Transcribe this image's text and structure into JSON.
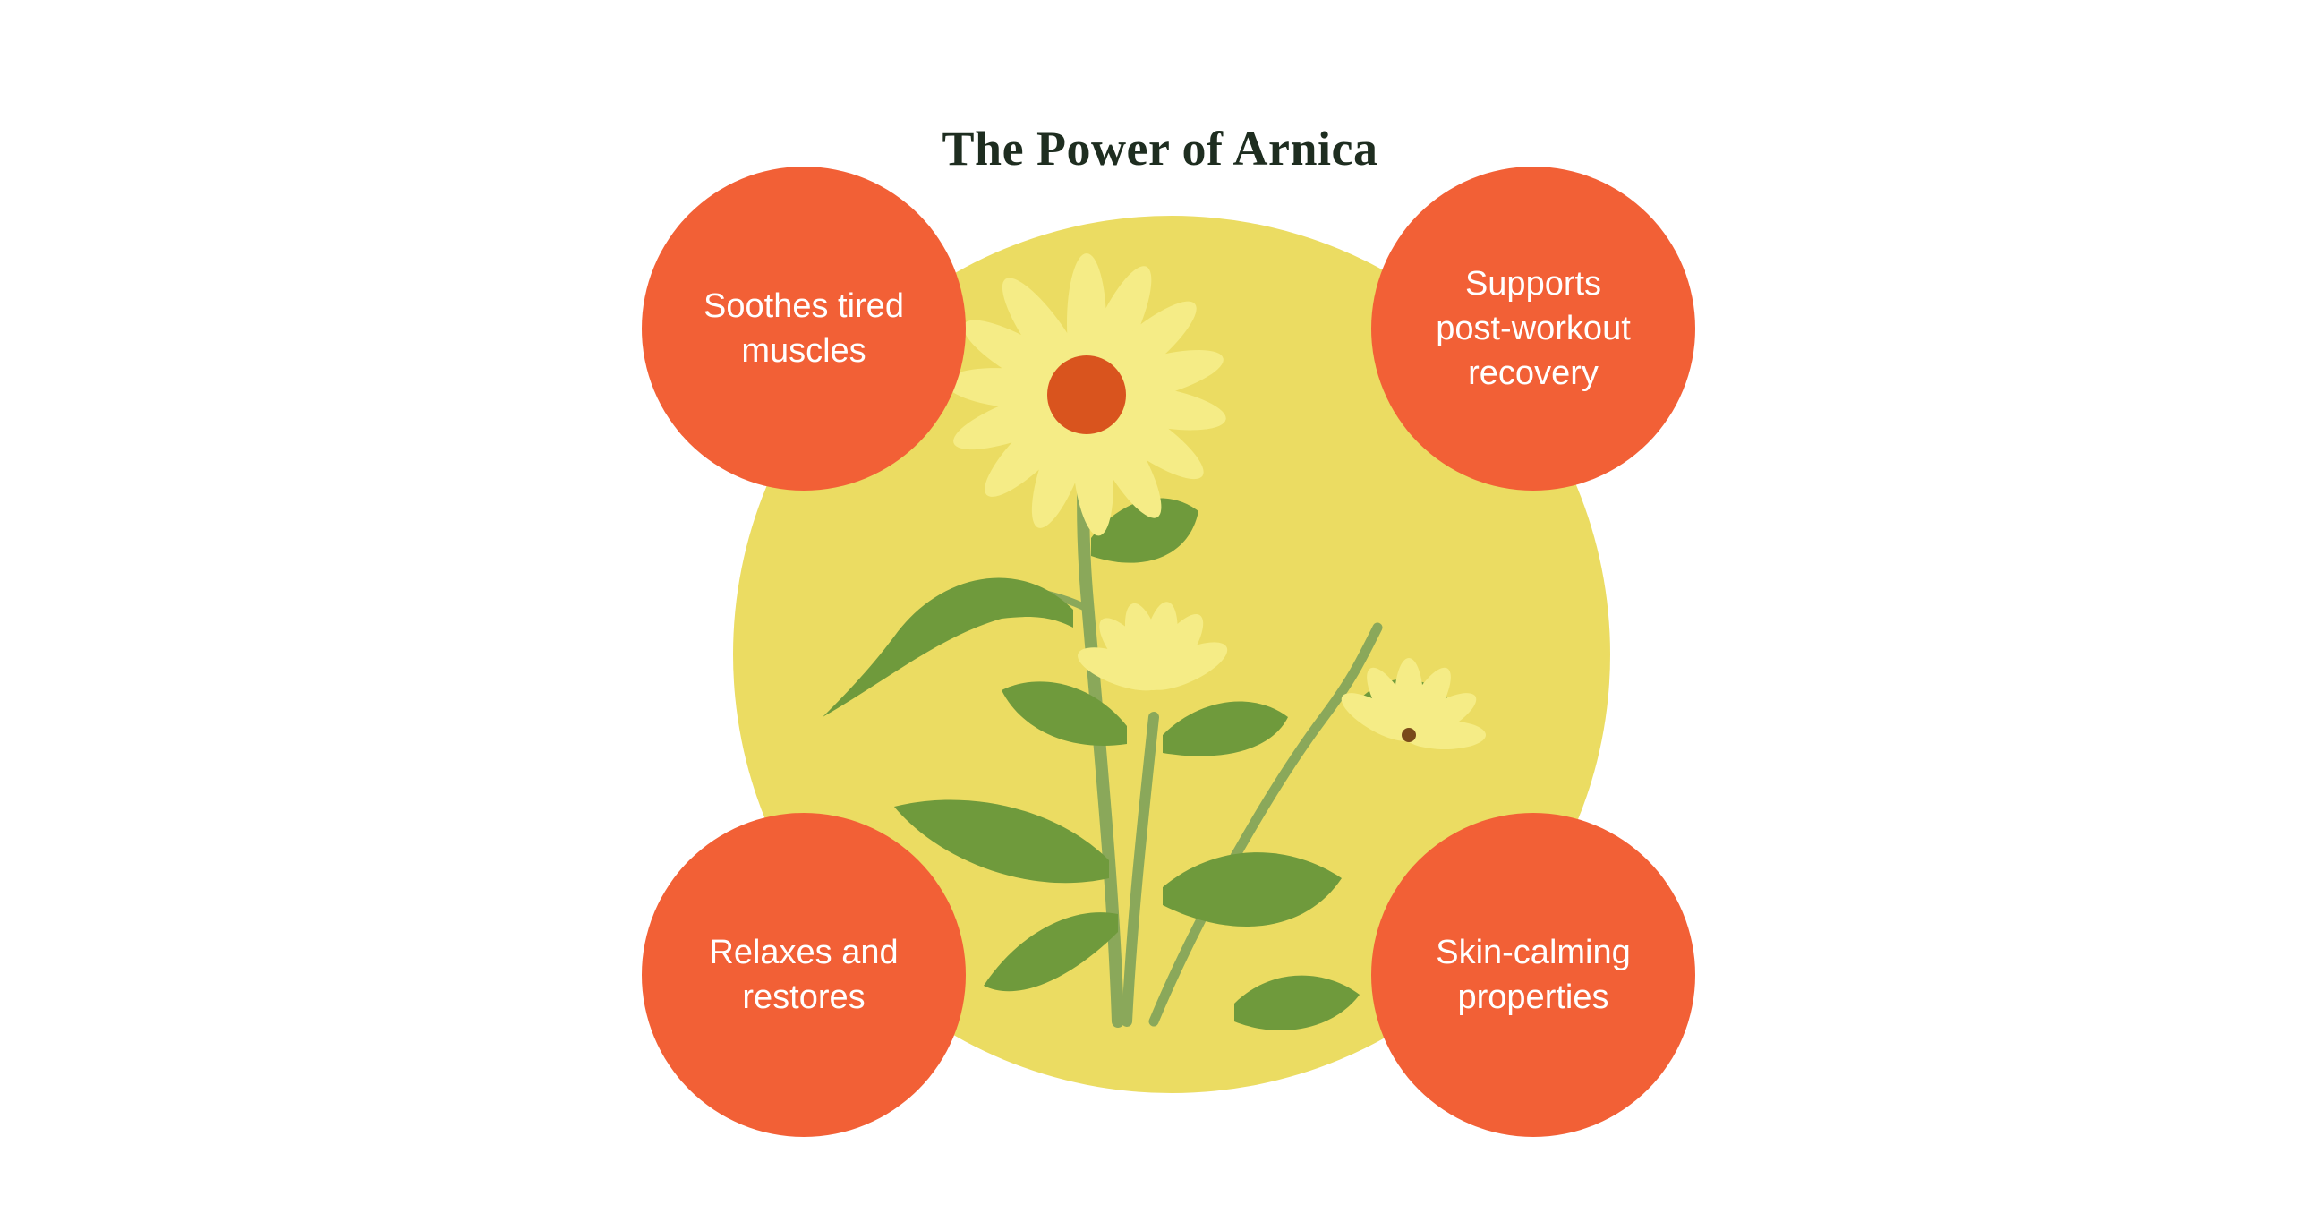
{
  "title": "The Power of Arnica",
  "benefits": [
    {
      "label": "Soothes tired muscles"
    },
    {
      "label": "Supports post-workout recovery"
    },
    {
      "label": "Relaxes and restores"
    },
    {
      "label": "Skin-calming properties"
    }
  ],
  "colors": {
    "title_text": "#1e2d20",
    "bubble_fill": "#f26036",
    "bubble_text": "#ffffff",
    "disc_background": "#ebdc62",
    "petal": "#f5ec86",
    "flower_center": "#d9541e",
    "leaf": "#6f9a3c",
    "stem": "#8aa85a"
  },
  "image": {
    "subject": "arnica-flower-illustration"
  }
}
